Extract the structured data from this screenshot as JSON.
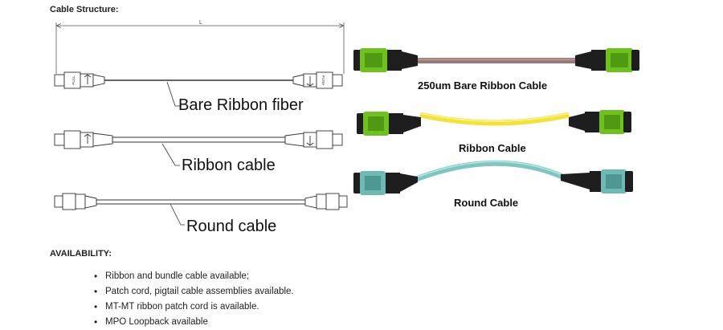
{
  "section_title": "Cable Structure:",
  "dimension_label": "L",
  "drawing_labels": {
    "bare": "Bare Ribbon fiber",
    "ribbon": "Ribbon cable",
    "round": "Round cable"
  },
  "photo_labels": {
    "bare": "250um Bare Ribbon Cable",
    "ribbon": "Ribbon Cable",
    "round": "Round Cable"
  },
  "connector_text": {
    "pull": "PULL",
    "push": "PUSH"
  },
  "availability": {
    "title": "AVAILABILITY:",
    "items": [
      "Ribbon and bundle cable available;",
      "Patch cord, pigtail cable assemblies available.",
      "MT-MT ribbon patch cord is available.",
      "MPO Loopback available"
    ]
  },
  "colors": {
    "connector_green": "#6fc21e",
    "connector_aqua": "#6fb9b4",
    "boot_black": "#1e1e1e",
    "bare_fiber": "#9a7b74",
    "ribbon_yellow": "#f2e23a",
    "round_aqua": "#7cc8c0"
  }
}
